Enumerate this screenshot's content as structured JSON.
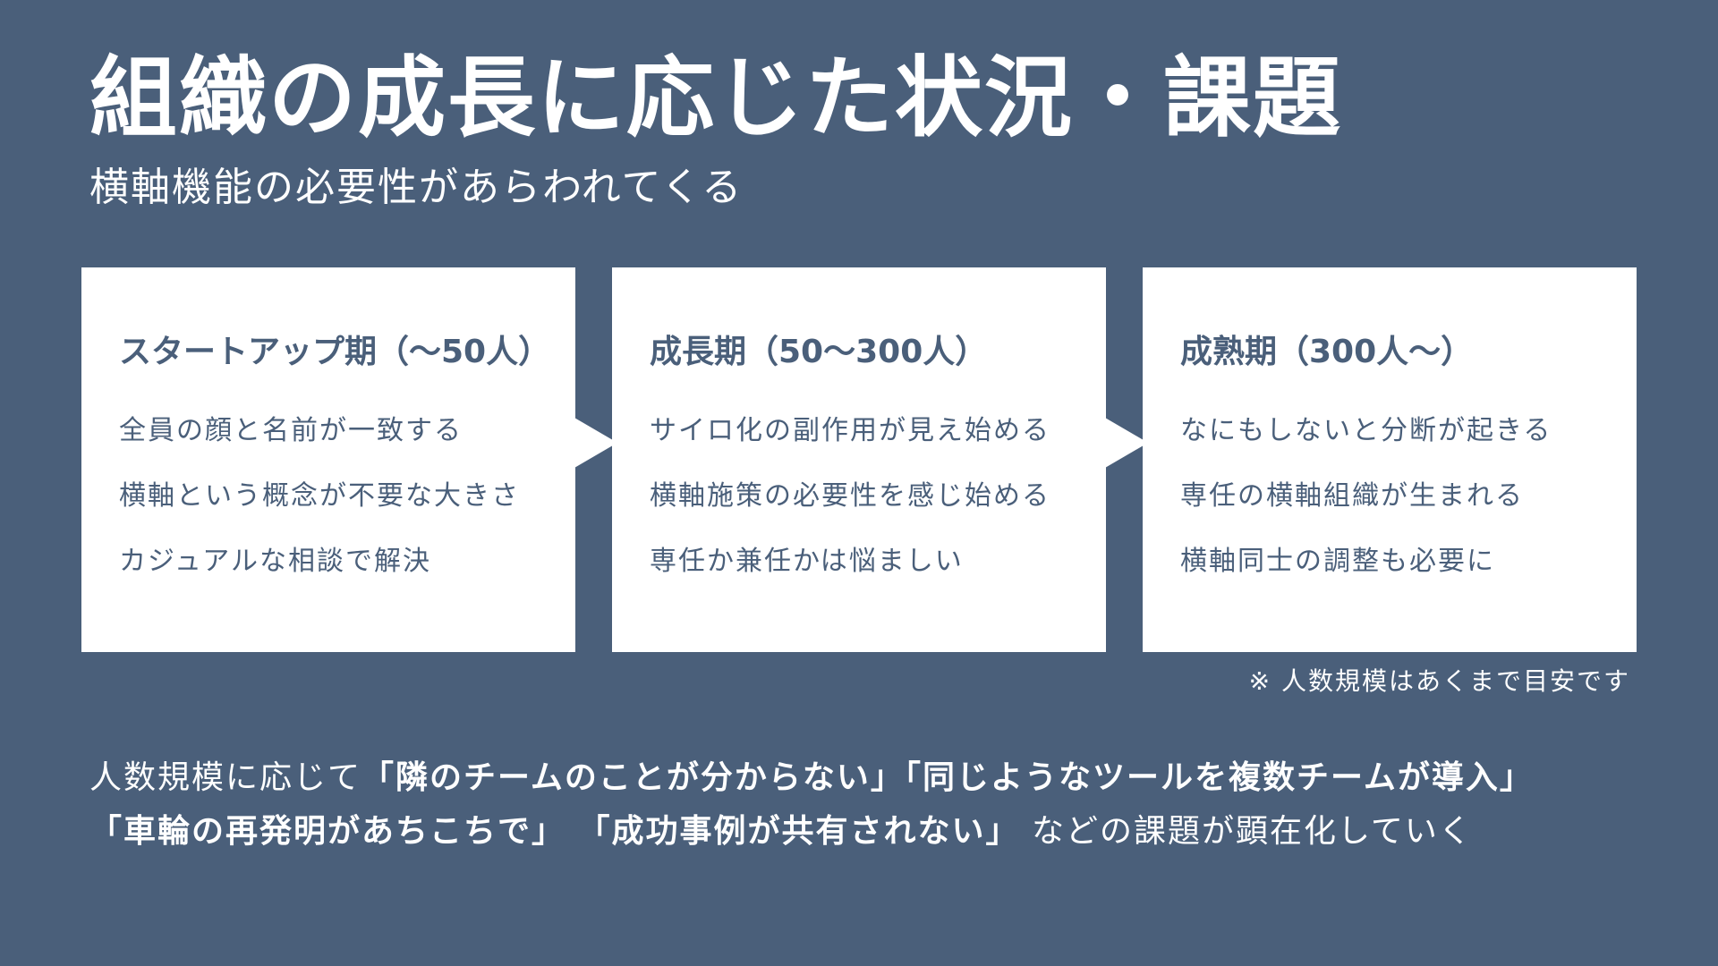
{
  "slide": {
    "title": "組織の成長に応じた状況・課題",
    "subtitle": "横軸機能の必要性があらわれてくる",
    "cards": [
      {
        "heading": "スタートアップ期（〜50人）",
        "items": [
          "全員の顔と名前が一致する",
          "横軸という概念が不要な大きさ",
          "カジュアルな相談で解決"
        ]
      },
      {
        "heading": "成長期（50〜300人）",
        "items": [
          "サイロ化の副作用が見え始める",
          "横軸施策の必要性を感じ始める",
          "専任か兼任かは悩ましい"
        ]
      },
      {
        "heading": "成熟期（300人〜）",
        "items": [
          "なにもしないと分断が起きる",
          "専任の横軸組織が生まれる",
          "横軸同士の調整も必要に"
        ]
      }
    ],
    "note": "※ 人数規模はあくまで目安です",
    "summary": {
      "line1": {
        "prefix": "人数規模に応じて",
        "q1": "「隣のチームのことが分からない」",
        "q2": "「同じようなツールを複数チームが導入」"
      },
      "line2": {
        "q3": "「車輪の再発明があちこちで」",
        "q4": "「成功事例が共有されない」",
        "suffix": "などの課題が顕在化していく"
      }
    },
    "colors": {
      "background": "#4a5f7a",
      "card": "#ffffff",
      "card_text": "#4a5f7a"
    }
  }
}
